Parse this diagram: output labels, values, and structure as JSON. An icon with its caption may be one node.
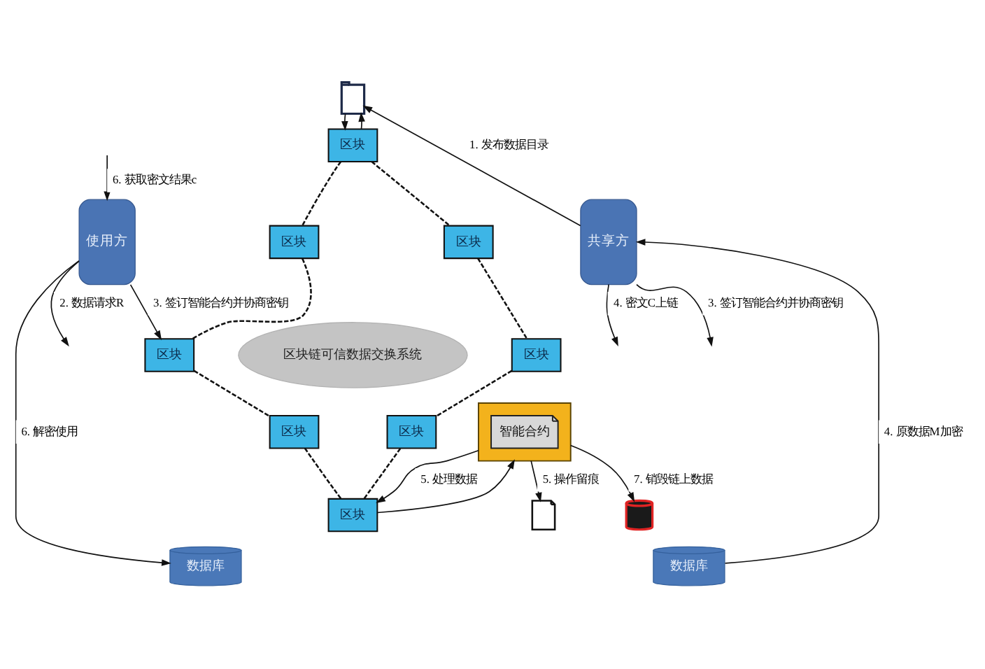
{
  "diagram": {
    "nodes": [
      {
        "text": [],
        "shape": "picture"
      },
      {
        "text": [
          "区块"
        ]
      },
      {
        "text": [
          "使用方"
        ]
      },
      {
        "text": [
          "区块"
        ]
      },
      {
        "text": [
          "区块"
        ]
      },
      {
        "text": [
          "共享方"
        ]
      },
      {
        "text": [
          "区块"
        ]
      },
      {
        "text": [
          "区块链可信数据交换系统"
        ]
      },
      {
        "text": [
          "区块"
        ]
      },
      {
        "text": [
          "区块"
        ]
      },
      {
        "text": [
          "区块"
        ]
      },
      {
        "text": [
          "区块"
        ]
      },
      {
        "text": [
          "数据库"
        ]
      },
      {
        "text": [],
        "shape": "picture"
      },
      {
        "text": [],
        "shape": "box"
      },
      {
        "text": [
          "智能合约"
        ],
        "in": 14
      },
      {
        "text": [],
        "shape": "picture"
      },
      {
        "text": [
          "数据库"
        ]
      }
    ],
    "edges": [
      {
        "from": 5,
        "to": 0,
        "arrow": "to",
        "label": "1. 发布数据目录"
      },
      {
        "from": 0,
        "to": 1,
        "arrow": "to"
      },
      {
        "from": 1,
        "to": 0,
        "arrow": "to"
      },
      {
        "from": 2,
        "to": null,
        "arrow": "to",
        "label": "2. 数据请求R"
      },
      {
        "from": 2,
        "to": 6,
        "arrow": "to",
        "label": "3. 签订智能合约并协商密钥"
      },
      {
        "from": 5,
        "to": null,
        "arrow": "to",
        "label": "3. 签订智能合约并协商密钥"
      },
      {
        "from": null,
        "to": 2,
        "arrow": "to",
        "label": "6. 获取密文结果c"
      },
      {
        "from": 5,
        "to": null,
        "arrow": "to",
        "label": "4. 密文C上链"
      },
      {
        "from": 11,
        "to": 14,
        "arrow": "to"
      },
      {
        "from": 14,
        "to": 11,
        "arrow": "to",
        "label": "5. 处理数据"
      },
      {
        "from": 17,
        "to": 5,
        "arrow": "to",
        "label": "4. 原数据M加密"
      },
      {
        "from": 2,
        "to": 12,
        "arrow": "to",
        "label": "6. 解密使用"
      },
      {
        "from": 14,
        "to": 13,
        "arrow": "to",
        "label": "5. 操作留痕"
      },
      {
        "from": 14,
        "to": 16,
        "arrow": "to",
        "label": "7. 销毁链上数据"
      },
      {
        "from": 1,
        "to": 4,
        "arrow": "none",
        "style": "dashed"
      },
      {
        "from": 4,
        "to": 8,
        "arrow": "none",
        "style": "dashed"
      },
      {
        "from": 8,
        "to": 10,
        "arrow": "none",
        "style": "dashed"
      },
      {
        "from": 10,
        "to": 11,
        "arrow": "none",
        "style": "dashed"
      },
      {
        "from": 9,
        "to": 11,
        "arrow": "none",
        "style": "dashed"
      },
      {
        "from": 6,
        "to": 9,
        "arrow": "none",
        "style": "dashed"
      },
      {
        "from": 3,
        "to": 6,
        "arrow": "none",
        "style": "dashed"
      },
      {
        "from": 1,
        "to": 3,
        "arrow": "none",
        "style": "dashed"
      }
    ]
  }
}
